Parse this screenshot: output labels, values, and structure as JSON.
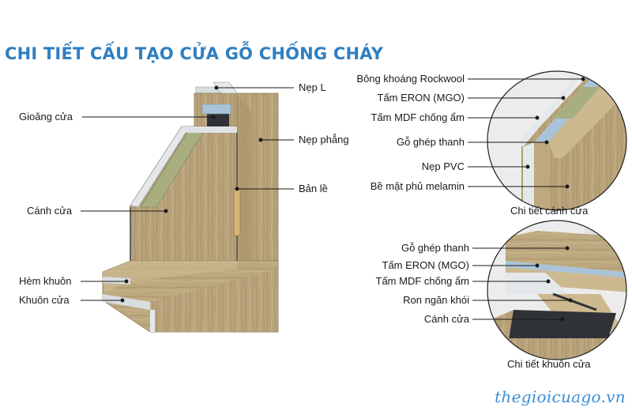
{
  "title": "CHI TIẾT CẤU TẠO CỬA GỖ CHỐNG CHÁY",
  "labels": {
    "nep_l": "Nẹp L",
    "gioang_cua": "Gioăng cửa",
    "nep_phang": "Nẹp phẳng",
    "ban_le": "Bản lề",
    "canh_cua": "Cánh cửa",
    "hem_khuon": "Hèm khuôn",
    "khuon_cua": "Khuôn cửa"
  },
  "detail_top": {
    "caption": "Chi tiết cánh cửa",
    "items": [
      "Bông khoáng Rockwool",
      "Tấm ERON (MGO)",
      "Tấm MDF chống ẩm",
      "Gỗ ghép thanh",
      "Nẹp PVC",
      "Bề mặt phủ melamin"
    ]
  },
  "detail_bottom": {
    "caption": "Chi tiết khuôn cửa",
    "items": [
      "Gỗ ghép thanh",
      "Tấm ERON (MGO)",
      "Tấm MDF chống ẩm",
      "Ron ngăn khói",
      "Cánh cửa"
    ]
  },
  "watermark": "thegioicuago.vn",
  "colors": {
    "title": "#2f7fc1",
    "wood": "#b8a27a",
    "wood_dark": "#9c8660",
    "wood_light": "#cfbd95",
    "rockwool": "#a9ae80",
    "eron": "#a9c4d8",
    "seal": "#2f3338",
    "watermark": "#3a8fd6"
  }
}
